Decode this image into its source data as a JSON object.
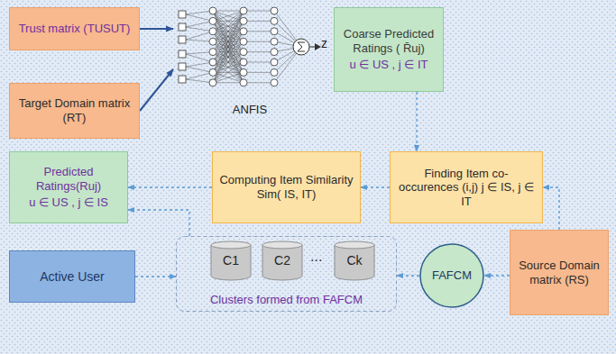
{
  "diagram": {
    "nodes": [
      {
        "text": [
          "Trust matrix (TUSUT)"
        ]
      },
      {
        "text": [
          "Target Domain matrix (RT)"
        ]
      },
      {
        "text": [
          "ANFIS"
        ]
      },
      {
        "text": [
          "Coarse Predicted Ratings ( R̄uj)",
          "u ∈ US , j ∈ IT"
        ]
      },
      {
        "text": [
          "Predicted Ratings(Ruj)",
          "u ∈ US , j ∈ IS"
        ]
      },
      {
        "text": [
          "Computing Item Similarity Sim( IS, IT)"
        ]
      },
      {
        "text": [
          "Finding Item co-occurences (i,j) j ∈ IS, j ∈ IT"
        ]
      },
      {
        "text": [
          "Active User"
        ]
      },
      {
        "text": [
          "Clusters formed from FAFCM"
        ]
      },
      {
        "text": [
          "C1"
        ],
        "in": 8
      },
      {
        "text": [
          "C2"
        ],
        "in": 8
      },
      {
        "text": [
          "Ck"
        ],
        "in": 8
      },
      {
        "text": [
          "FAFCM"
        ]
      },
      {
        "text": [
          "Source Domain matrix (RS)"
        ]
      }
    ],
    "edges": [
      {
        "from": 0,
        "to": 2,
        "arrow": "to"
      },
      {
        "from": 1,
        "to": 2,
        "arrow": "to"
      },
      {
        "from": 3,
        "to": 6,
        "arrow": "to"
      },
      {
        "from": 6,
        "to": 5,
        "arrow": "to"
      },
      {
        "from": 5,
        "to": 4,
        "arrow": "to"
      },
      {
        "from": 13,
        "to": 6,
        "arrow": "to"
      },
      {
        "from": 13,
        "to": 12,
        "arrow": "to"
      },
      {
        "from": 12,
        "to": 8,
        "arrow": "to"
      },
      {
        "from": 7,
        "to": 8,
        "arrow": "to"
      },
      {
        "from": 8,
        "to": 4,
        "arrow": "to"
      }
    ],
    "labels": [
      "z",
      "..."
    ]
  }
}
